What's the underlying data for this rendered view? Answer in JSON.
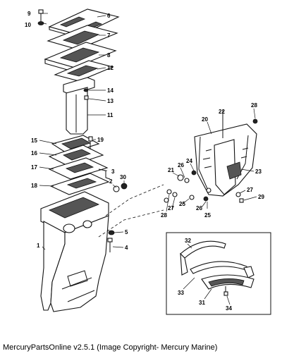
{
  "caption": "MercuryPartsOnline v2.5.1 (Image Copyright- Mercury Marine)",
  "callouts": [
    "1",
    "2",
    "3",
    "4",
    "5",
    "6",
    "7",
    "8",
    "9",
    "10",
    "11",
    "12",
    "13",
    "14",
    "15",
    "16",
    "17",
    "18",
    "19",
    "20",
    "21",
    "22",
    "23",
    "24",
    "25",
    "26",
    "27",
    "28",
    "29",
    "30",
    "31",
    "32",
    "33",
    "34"
  ]
}
